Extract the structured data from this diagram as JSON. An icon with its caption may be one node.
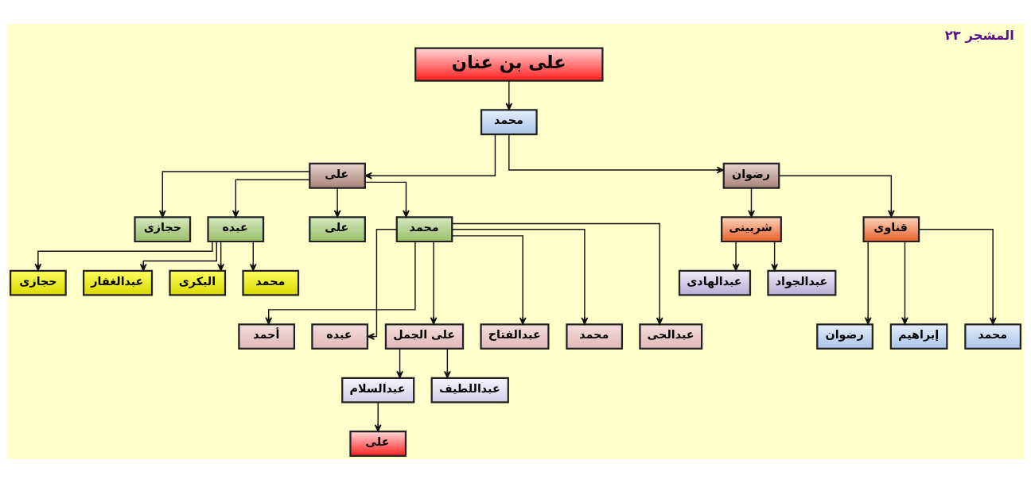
{
  "diagram": {
    "title": "المشجر ٢٣",
    "nodes": [
      {
        "text": [
          "على بن عنان"
        ]
      },
      {
        "text": [
          "محمد"
        ]
      },
      {
        "text": [
          "رضوان"
        ]
      },
      {
        "text": [
          "على"
        ]
      },
      {
        "text": [
          "قناوى"
        ]
      },
      {
        "text": [
          "شربينى"
        ]
      },
      {
        "text": [
          "محمد"
        ]
      },
      {
        "text": [
          "على"
        ]
      },
      {
        "text": [
          "عبده"
        ]
      },
      {
        "text": [
          "حجازى"
        ]
      },
      {
        "text": [
          "عبدالجواد"
        ]
      },
      {
        "text": [
          "عبدالهادى"
        ]
      },
      {
        "text": [
          "محمد"
        ]
      },
      {
        "text": [
          "البكرى"
        ]
      },
      {
        "text": [
          "عبدالغفار"
        ]
      },
      {
        "text": [
          "حجازى"
        ]
      },
      {
        "text": [
          "محمد"
        ]
      },
      {
        "text": [
          "إبراهيم"
        ]
      },
      {
        "text": [
          "رضوان"
        ]
      },
      {
        "text": [
          "عبدالحى"
        ]
      },
      {
        "text": [
          "محمد"
        ]
      },
      {
        "text": [
          "عبدالفتاح"
        ]
      },
      {
        "text": [
          "على الجمل"
        ]
      },
      {
        "text": [
          "عبده"
        ]
      },
      {
        "text": [
          "أحمد"
        ]
      },
      {
        "text": [
          "عبداللطيف"
        ]
      },
      {
        "text": [
          "عبدالسلام"
        ]
      },
      {
        "text": [
          "على"
        ]
      }
    ],
    "edges": [
      {
        "from": 0,
        "to": 1,
        "arrow": "to"
      },
      {
        "from": 1,
        "to": 2,
        "arrow": "to"
      },
      {
        "from": 1,
        "to": 3,
        "arrow": "to"
      },
      {
        "from": 2,
        "to": 4,
        "arrow": "to"
      },
      {
        "from": 2,
        "to": 5,
        "arrow": "to"
      },
      {
        "from": 3,
        "to": 6,
        "arrow": "to"
      },
      {
        "from": 3,
        "to": 7,
        "arrow": "to"
      },
      {
        "from": 3,
        "to": 8,
        "arrow": "to"
      },
      {
        "from": 3,
        "to": 9,
        "arrow": "to"
      },
      {
        "from": 5,
        "to": 10,
        "arrow": "to"
      },
      {
        "from": 5,
        "to": 11,
        "arrow": "to"
      },
      {
        "from": 8,
        "to": 12,
        "arrow": "to"
      },
      {
        "from": 8,
        "to": 13,
        "arrow": "to"
      },
      {
        "from": 8,
        "to": 14,
        "arrow": "to"
      },
      {
        "from": 8,
        "to": 15,
        "arrow": "to"
      },
      {
        "from": 4,
        "to": 16,
        "arrow": "to"
      },
      {
        "from": 4,
        "to": 17,
        "arrow": "to"
      },
      {
        "from": 4,
        "to": 18,
        "arrow": "to"
      },
      {
        "from": 6,
        "to": 19,
        "arrow": "to"
      },
      {
        "from": 6,
        "to": 20,
        "arrow": "to"
      },
      {
        "from": 6,
        "to": 21,
        "arrow": "to"
      },
      {
        "from": 6,
        "to": 22,
        "arrow": "to"
      },
      {
        "from": 6,
        "to": 23,
        "arrow": "to"
      },
      {
        "from": 6,
        "to": 24,
        "arrow": "to"
      },
      {
        "from": 22,
        "to": 25,
        "arrow": "to"
      },
      {
        "from": 22,
        "to": 26,
        "arrow": "to"
      },
      {
        "from": 26,
        "to": 27,
        "arrow": "to"
      }
    ]
  }
}
